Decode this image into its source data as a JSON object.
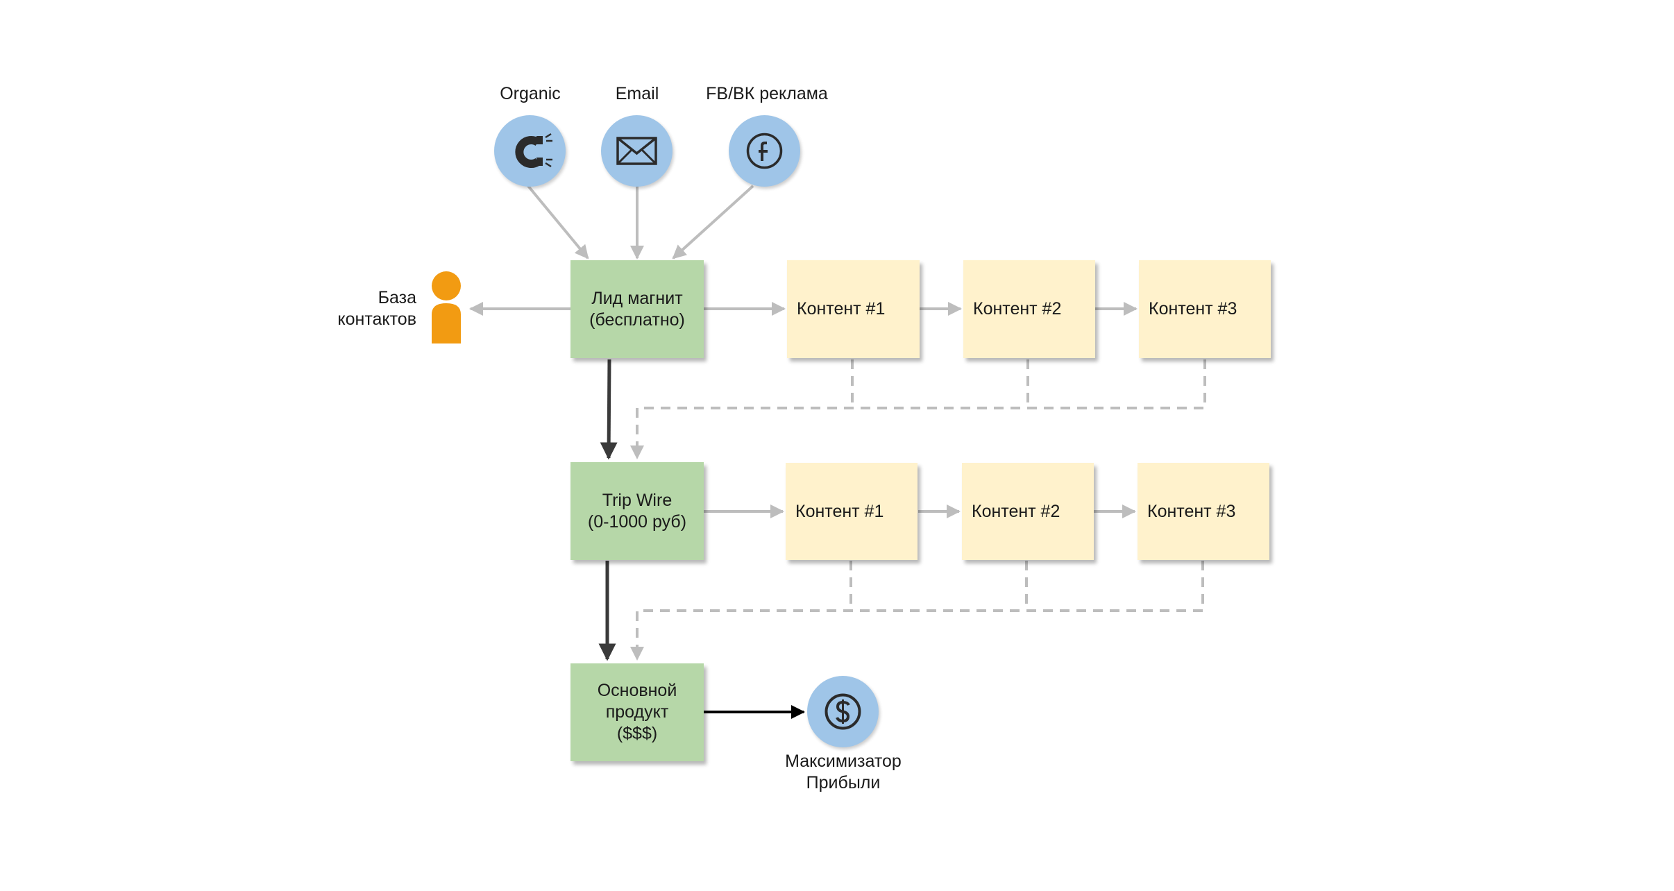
{
  "sources": {
    "organic": {
      "label": "Organic",
      "icon": "magnet-icon"
    },
    "email": {
      "label": "Email",
      "icon": "envelope-icon"
    },
    "ads": {
      "label": "FB/ВК реклама",
      "icon": "facebook-icon"
    }
  },
  "contacts": {
    "line1": "База",
    "line2": "контактов",
    "icon": "person-icon"
  },
  "stages": {
    "lead": {
      "line1": "Лид магнит",
      "line2": "(бесплатно)"
    },
    "tripwire": {
      "line1": "Trip Wire",
      "line2": "(0-1000 руб)"
    },
    "core": {
      "line1": "Основной",
      "line2": "продукт",
      "line3": "($$$)"
    }
  },
  "content_row1": [
    "Контент #1",
    "Контент #2",
    "Контент #3"
  ],
  "content_row2": [
    "Контент #1",
    "Контент #2",
    "Контент #3"
  ],
  "maximizer": {
    "line1": "Максимизатор",
    "line2": "Прибыли",
    "icon": "dollar-icon"
  },
  "colors": {
    "stage": "#b6d7a8",
    "content": "#fff2cc",
    "source_circle": "#9fc5e8",
    "person": "#f29b12",
    "arrow_gray": "#bdbdbd",
    "arrow_dark": "#3a3a3a"
  }
}
